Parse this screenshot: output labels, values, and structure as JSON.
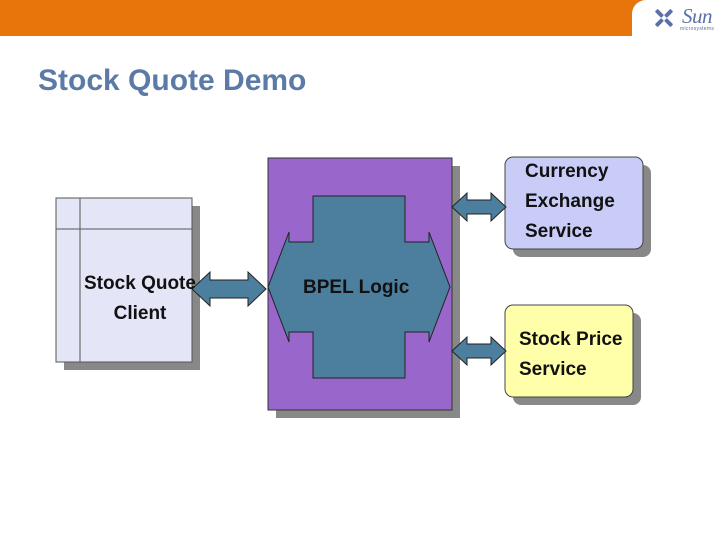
{
  "slide": {
    "title": "Stock Quote Demo"
  },
  "branding": {
    "logo": "Sun",
    "tagline": "microsystems"
  },
  "nodes": {
    "client": {
      "line1": "Stock Quote",
      "line2": "Client"
    },
    "bpel": {
      "label": "BPEL Logic"
    },
    "currency": {
      "line1": "Currency",
      "line2": "Exchange",
      "line3": "Service"
    },
    "price": {
      "line1": "Stock Price",
      "line2": "Service"
    }
  },
  "colors": {
    "topbar": "#E8740C",
    "title": "#5B7BA6",
    "client_fill": "#E4E6F7",
    "bpel_fill": "#9966CC",
    "cross_fill": "#4C7E9E",
    "currency_fill": "#C9CCF7",
    "price_fill": "#FFFFAA",
    "arrow_fill": "#4C7E9E"
  }
}
